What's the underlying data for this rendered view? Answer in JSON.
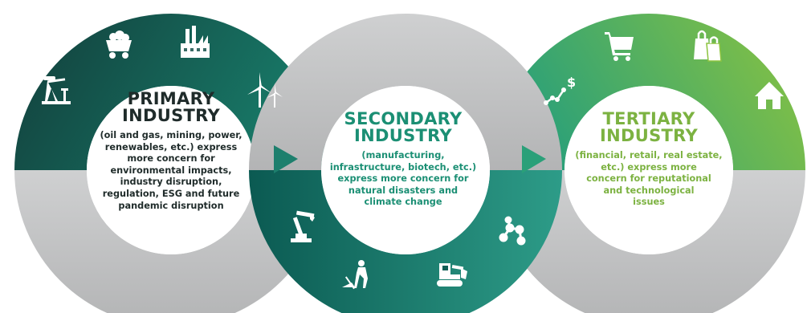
{
  "colors": {
    "primary_dark": "#123e3b",
    "primary_light": "#187a68",
    "secondary_dark": "#0b5a52",
    "secondary_light": "#2d9c88",
    "tertiary_dark": "#2aa079",
    "tertiary_light": "#8dc43f",
    "gray": "#bdbebf",
    "arrow": "#1d7f6d"
  },
  "primary": {
    "title": "PRIMARY\nINDUSTRY",
    "description": "(oil and gas, mining, power,\nrenewables, etc.) express\nmore concern for\nenvironmental impacts,\nindustry disruption,\nregulation, ESG and future\npandemic disruption",
    "icons": [
      "oil-pump-icon",
      "mine-cart-icon",
      "power-plant-icon",
      "wind-turbine-icon"
    ]
  },
  "secondary": {
    "title": "SECONDARY\nINDUSTRY",
    "description": "(manufacturing,\ninfrastructure, biotech, etc.)\nexpress more concern for\nnatural disasters and\nclimate change",
    "icons": [
      "robotic-arm-icon",
      "construction-worker-icon",
      "excavator-icon",
      "molecule-icon"
    ]
  },
  "tertiary": {
    "title": "TERTIARY\nINDUSTRY",
    "description": "(financial, retail, real estate,\netc.) express more\nconcern for reputational\nand technological\nissues",
    "icons": [
      "finance-chart-icon",
      "shopping-cart-icon",
      "shopping-bag-icon",
      "house-icon"
    ]
  }
}
